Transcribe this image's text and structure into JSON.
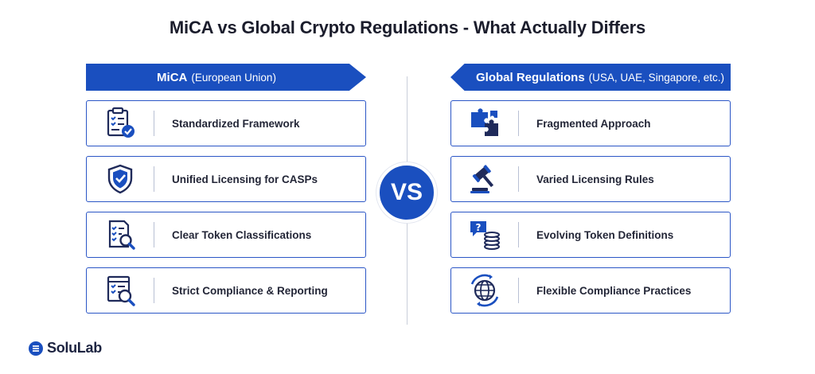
{
  "title": "MiCA vs Global Crypto Regulations - What Actually Differs",
  "left": {
    "banner_main": "MiCA",
    "banner_sub": "(European Union)",
    "items": [
      {
        "label": "Standardized Framework",
        "icon": "clipboard-check-icon"
      },
      {
        "label": "Unified Licensing for CASPs",
        "icon": "shield-check-icon"
      },
      {
        "label": "Clear Token Classifications",
        "icon": "checklist-search-icon"
      },
      {
        "label": "Strict Compliance & Reporting",
        "icon": "report-search-icon"
      }
    ]
  },
  "right": {
    "banner_main": "Global Regulations",
    "banner_sub": "(USA, UAE, Singapore, etc.)",
    "items": [
      {
        "label": "Fragmented Approach",
        "icon": "puzzle-icon"
      },
      {
        "label": "Varied Licensing Rules",
        "icon": "gavel-icon"
      },
      {
        "label": "Evolving Token Definitions",
        "icon": "question-coins-icon"
      },
      {
        "label": "Flexible Compliance Practices",
        "icon": "globe-arrows-icon"
      }
    ]
  },
  "vs_label": "VS",
  "logo_text": "SoluLab",
  "colors": {
    "accent": "#1a4fbf",
    "text": "#1b1d2c",
    "icon_dark": "#1f2a5a"
  }
}
